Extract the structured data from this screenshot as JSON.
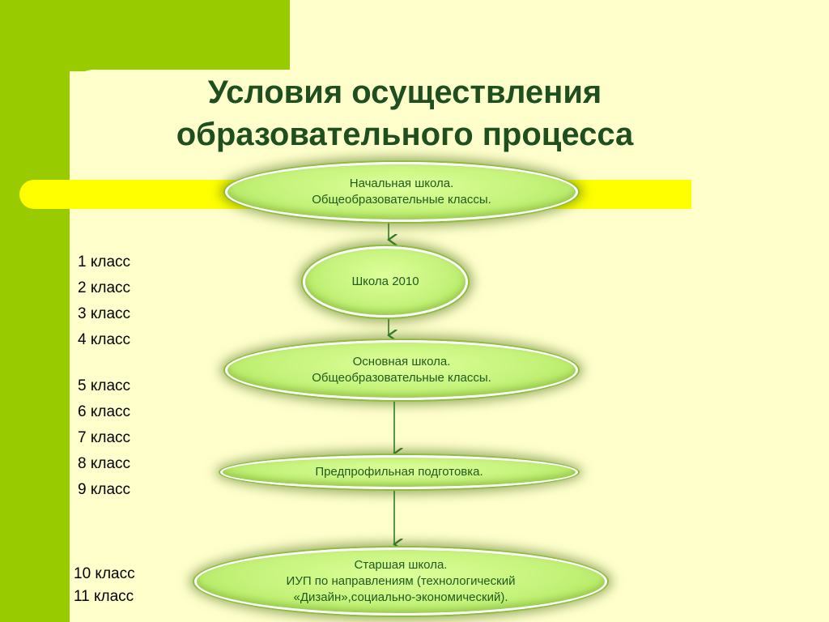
{
  "title": {
    "line1": "Условия осуществления",
    "line2": "образовательного процесса"
  },
  "nodes": {
    "primary": {
      "line1": "Начальная школа.",
      "line2": "Общеобразовательные классы."
    },
    "school2010": {
      "line1": "Школа 2010"
    },
    "basic": {
      "line1": "Основная школа.",
      "line2": "Общеобразовательные классы."
    },
    "preprofile": {
      "line1": "Предпрофильная подготовка."
    },
    "senior": {
      "line1": "Старшая школа.",
      "line2": "ИУП по направлениям (технологический",
      "line3": "«Дизайн»,социально-экономический)."
    }
  },
  "grades": [
    "1 класс",
    "2 класс",
    "3 класс",
    "4 класс",
    "5 класс",
    "6 класс",
    "7 класс",
    "8 класс",
    "9 класс",
    "10 класс",
    "11 класс"
  ],
  "colors": {
    "background": "#ffffcc",
    "accent_green": "#99cc00",
    "band_yellow": "#ffff00",
    "title_text": "#1f4e1f",
    "node_text": "#1f5a1f",
    "arrow": "#2e7d2e"
  }
}
